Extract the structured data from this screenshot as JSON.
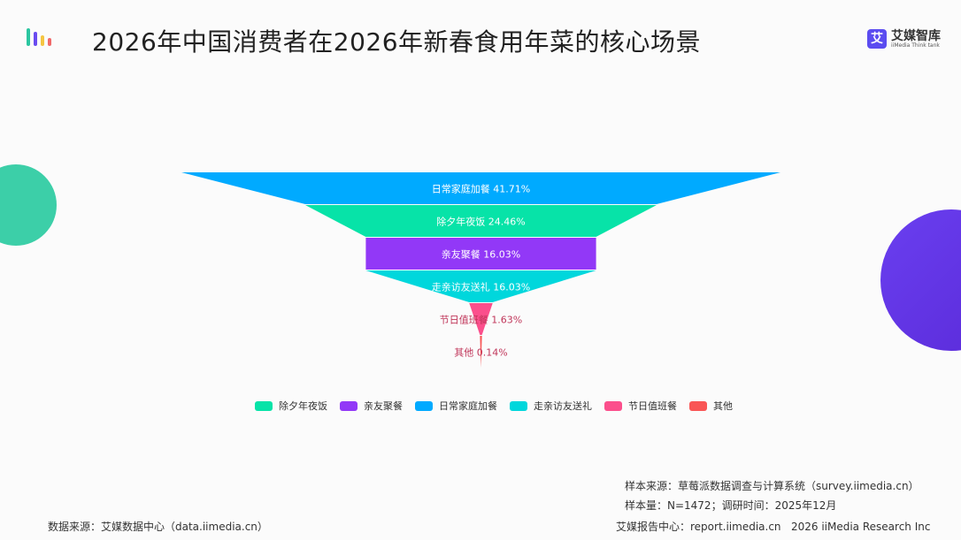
{
  "header": {
    "title": "2026年中国消费者在2026年新春食用年菜的核心场景",
    "brand_name": "艾媒智库",
    "brand_sub": "iiMedia Think tank",
    "brand_icon": "艾"
  },
  "chart_data": {
    "type": "funnel",
    "title": "2026年中国消费者在2026年新春食用年菜的核心场景",
    "categories": [
      "日常家庭加餐",
      "除夕年夜饭",
      "亲友聚餐",
      "走亲访友送礼",
      "节日值班餐",
      "其他"
    ],
    "values": [
      41.71,
      24.46,
      16.03,
      16.03,
      1.63,
      0.14
    ],
    "labels": [
      "日常家庭加餐 41.71%",
      "除夕年夜饭 24.46%",
      "亲友聚餐 16.03%",
      "走亲访友送礼 16.03%",
      "节日值班餐 1.63%",
      "其他 0.14%"
    ],
    "colors": [
      "#00aaff",
      "#07e3a8",
      "#9238f7",
      "#00d7dc",
      "#fb4f8c",
      "#f95555"
    ],
    "legend": [
      {
        "label": "除夕年夜饭",
        "color": "#07e3a8"
      },
      {
        "label": "亲友聚餐",
        "color": "#9238f7"
      },
      {
        "label": "日常家庭加餐",
        "color": "#00aaff"
      },
      {
        "label": "走亲访友送礼",
        "color": "#00d7dc"
      },
      {
        "label": "节日值班餐",
        "color": "#fb4f8c"
      },
      {
        "label": "其他",
        "color": "#f95555"
      }
    ],
    "legend_position": "bottom"
  },
  "footer": {
    "source": "样本来源：草莓派数据调查与计算系统（survey.iimedia.cn）",
    "sample": "样本量：N=1472；调研时间：2025年12月",
    "data_source": "数据来源：艾媒数据中心（data.iimedia.cn）",
    "report": "艾媒报告中心：report.iimedia.cn   2026 iiMedia Research Inc"
  }
}
